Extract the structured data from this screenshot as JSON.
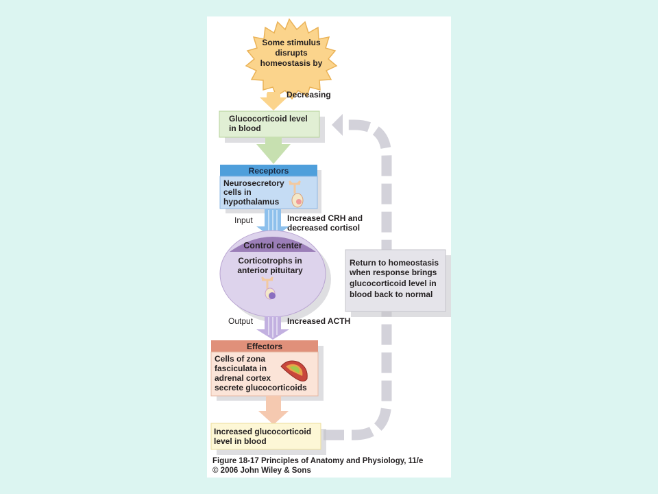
{
  "stimulus": {
    "lines": [
      "Some stimulus",
      "disrupts",
      "homeostasis by"
    ],
    "action": "Decreasing"
  },
  "level_box": {
    "lines": [
      "Glucocorticoid level",
      "in blood"
    ]
  },
  "receptors": {
    "header": "Receptors",
    "lines": [
      "Neurosecretory",
      "cells in",
      "hypothalamus"
    ],
    "input_label": "Input",
    "input_signal": [
      "Increased CRH and",
      "decreased cortisol"
    ]
  },
  "control_center": {
    "header": "Control center",
    "lines": [
      "Corticotrophs in",
      "anterior pituitary"
    ],
    "output_label": "Output",
    "output_signal": "Increased ACTH"
  },
  "effectors": {
    "header": "Effectors",
    "lines": [
      "Cells of zona",
      "fasciculata in",
      "adrenal cortex",
      "secrete glucocorticoids"
    ]
  },
  "result_box": {
    "lines": [
      "Increased glucocorticoid",
      "level in blood"
    ]
  },
  "return_box": {
    "lines": [
      "Return to homeostasis",
      "when response brings",
      "glucocorticoid level in",
      "blood back to normal"
    ]
  },
  "caption": {
    "line1": "Figure 18-17  Principles of Anatomy and Physiology, 11/e",
    "line2": "© 2006 John Wiley & Sons"
  },
  "colors": {
    "background": "#dcf5f1",
    "stimulus_fill": "#fbd48c",
    "level_fill": "#e1efd4",
    "receptor_header": "#4f9fdb",
    "receptor_body": "#c5dcf4",
    "control_header": "#9b7eb8",
    "control_body": "#ddd3ec",
    "effector_header": "#e0907a",
    "effector_body": "#fbe4d8",
    "result_fill": "#fdf7d6",
    "feedback_gray": "#d3d2da"
  }
}
